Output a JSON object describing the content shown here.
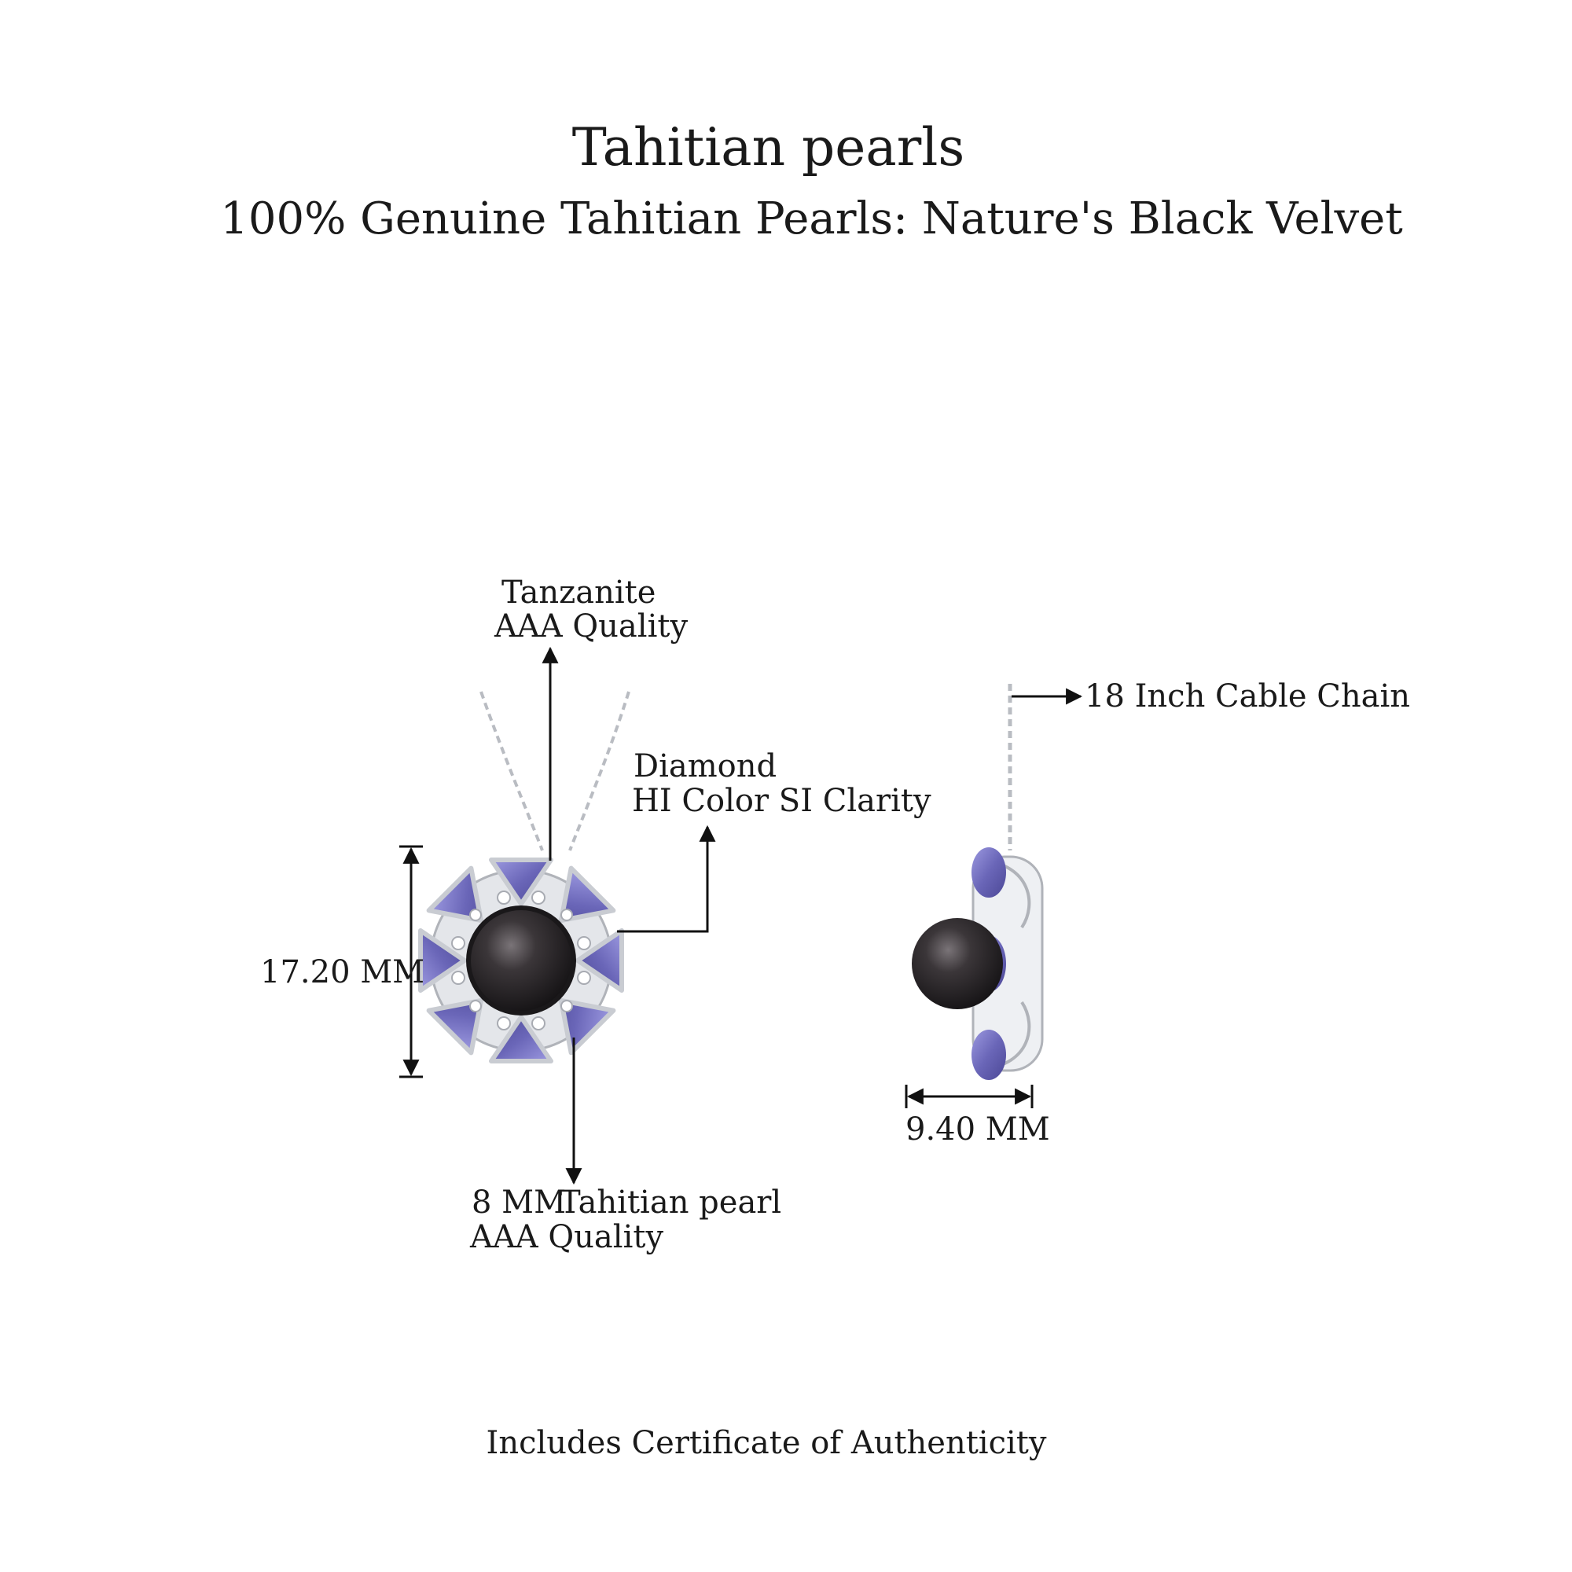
{
  "header": {
    "title": "Tahitian pearls",
    "subtitle": "100% Genuine Tahitian Pearls: Nature's Black Velvet"
  },
  "callouts": {
    "tanzanite_line1": "Tanzanite",
    "tanzanite_line2": "AAA Quality",
    "diamond_line1": "Diamond",
    "diamond_line2": "HI Color SI Clarity",
    "height_label": "17.20 MM",
    "pearl_size": "8 MM",
    "pearl_name": "Tahitian pearl",
    "pearl_quality": "AAA Quality",
    "chain_label": "18 Inch Cable Chain",
    "depth_label": "9.40 MM"
  },
  "footer": {
    "text": "Includes Certificate of Authenticity"
  },
  "colors": {
    "tanzanite": "#6a66b8",
    "tanzanite_light": "#8c89d4",
    "pearl": "#2a2628",
    "metal": "#c9ccd2",
    "ink": "#111111"
  }
}
